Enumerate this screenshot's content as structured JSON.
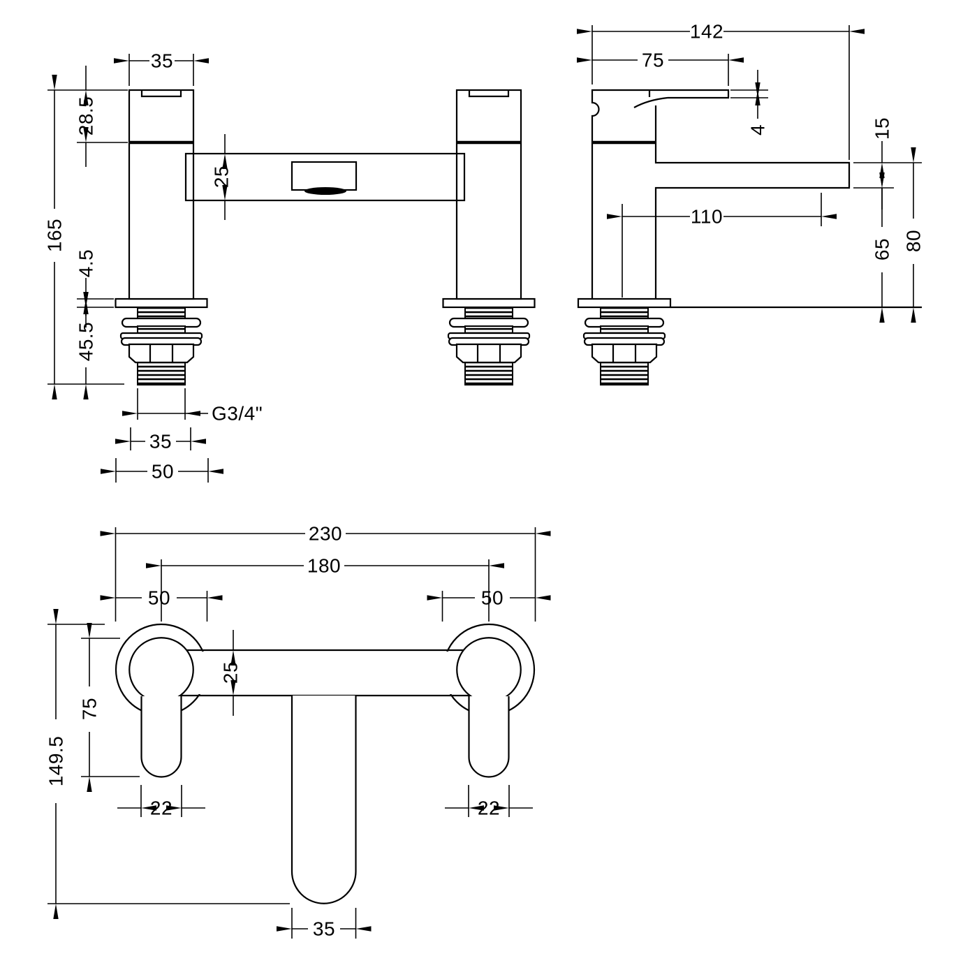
{
  "drawing": {
    "background_color": "#ffffff",
    "line_color": "#000000",
    "product": "bath filler tap - dimensioned orthographic views"
  },
  "front_view": {
    "pillar_width": "35",
    "handle_height": "28.5",
    "spout_bar_height": "25",
    "overall_height": "165",
    "base_plate_thickness": "4.5",
    "tail_length": "45.5",
    "thread_spec": "G3/4\"",
    "thread_width": "35",
    "base_width": "50"
  },
  "side_view": {
    "overall_depth": "142",
    "handle_reach": "75",
    "lever_thickness": "4",
    "spout_end_height": "15",
    "spout_reach": "110",
    "clearance_height": "65",
    "spout_top_height": "80"
  },
  "plan_view": {
    "overall_width": "230",
    "tap_centres": "180",
    "base_width_left": "50",
    "base_width_right": "50",
    "bar_width": "25",
    "handle_length": "75",
    "overall_depth": "149.5",
    "handle_width_left": "22",
    "handle_width_right": "22",
    "spout_width": "35"
  }
}
